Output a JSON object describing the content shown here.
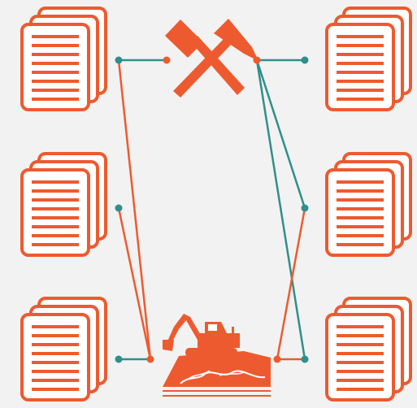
{
  "colors": {
    "background": "#f2f2f2",
    "accent_orange": "#ee5a2f",
    "accent_teal": "#2f8f8a",
    "white": "#ffffff"
  },
  "icons": {
    "documents": "document-stack-icon",
    "mining": "crossed-hammers-icon",
    "excavation": "excavator-icon"
  },
  "nodes": {
    "left": [
      "document-stack-top-left",
      "document-stack-middle-left",
      "document-stack-bottom-left"
    ],
    "right": [
      "document-stack-top-right",
      "document-stack-middle-right",
      "document-stack-bottom-right"
    ],
    "center": [
      "crossed-hammers",
      "excavator-on-mound"
    ]
  },
  "links": [
    {
      "from": "document-stack-top-left",
      "to": "crossed-hammers",
      "color": "teal"
    },
    {
      "from": "document-stack-top-right",
      "to": "crossed-hammers",
      "color": "teal"
    },
    {
      "from": "document-stack-top-left",
      "to": "excavator-on-mound",
      "color": "orange"
    },
    {
      "from": "document-stack-middle-left",
      "to": "excavator-on-mound",
      "color": "orange"
    },
    {
      "from": "document-stack-bottom-left",
      "to": "excavator-on-mound",
      "color": "teal"
    },
    {
      "from": "crossed-hammers",
      "to": "document-stack-middle-right",
      "color": "teal"
    },
    {
      "from": "crossed-hammers",
      "to": "document-stack-bottom-right",
      "color": "teal"
    },
    {
      "from": "excavator-on-mound",
      "to": "document-stack-middle-right",
      "color": "orange"
    },
    {
      "from": "excavator-on-mound",
      "to": "document-stack-bottom-right",
      "color": "orange"
    }
  ]
}
